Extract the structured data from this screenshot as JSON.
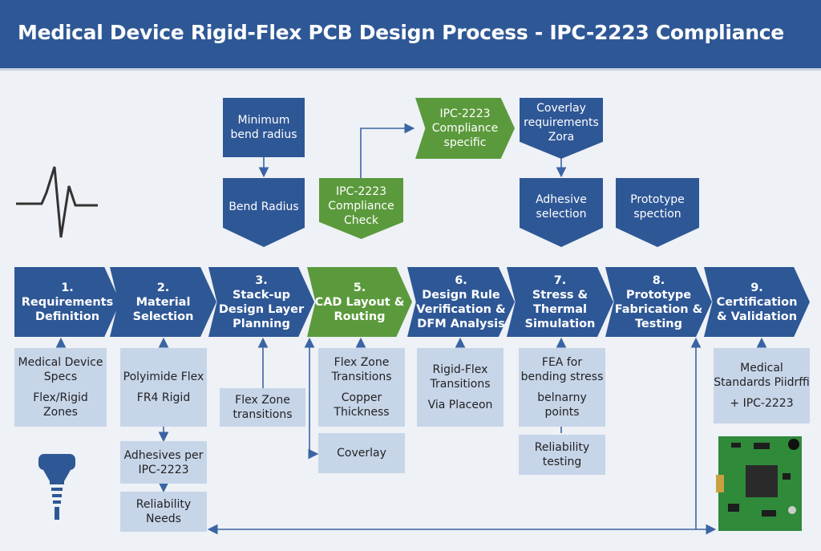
{
  "title": "Medical Device Rigid-Flex PCB Design Process - IPC-2223 Compliance",
  "top_nodes": {
    "min_bend": "Minimum bend radius",
    "bend_radius": "Bend Radius",
    "ipc_check": "IPC-2223 Compliance Check",
    "ipc_specific": "IPC-2223 Compliance specific",
    "coverlay_req": "Coverlay requirements Zora",
    "adhesive": "Adhesive selection",
    "prototype": "Prototype spection"
  },
  "steps": [
    {
      "num": "1.",
      "label": "Requirements Definition"
    },
    {
      "num": "2.",
      "label": "Material Selection"
    },
    {
      "num": "3.",
      "label": "Stack-up Design Layer Planning"
    },
    {
      "num": "5.",
      "label": "CAD Layout & Routing"
    },
    {
      "num": "6.",
      "label": "Design Rule Verification & DFM Analysis"
    },
    {
      "num": "7.",
      "label": "Stress & Thermal Simulation"
    },
    {
      "num": "8.",
      "label": "Prototype Fabrication & Testing"
    },
    {
      "num": "9.",
      "label": "Certification & Validation"
    }
  ],
  "details": {
    "c1": [
      "Medical Device Specs",
      "Flex/Rigid Zones"
    ],
    "c2": [
      "Polyimide Flex",
      "FR4 Rigid"
    ],
    "c2b": "Adhesives per IPC-2223",
    "c2c": "Reliability Needs",
    "c3": "Flex Zone transitions",
    "c5": [
      "Flex Zone Transitions",
      "Copper Thickness"
    ],
    "c5b": "Coverlay",
    "c6": [
      "Rigid-Flex Transitions",
      "Via Placeon"
    ],
    "c7": [
      "FEA for bending stress",
      "belnarny points"
    ],
    "c7b": "Reliability testing",
    "c9": [
      "Medical Standards Piidrffi",
      "+ IPC-2223"
    ]
  },
  "icons": [
    "heartbeat-icon",
    "implant-icon",
    "pcb-board-image"
  ],
  "colors": {
    "blue": "#2e5796",
    "green": "#5b9a3c",
    "light": "#c7d5e9",
    "bg": "#eef1f5"
  }
}
